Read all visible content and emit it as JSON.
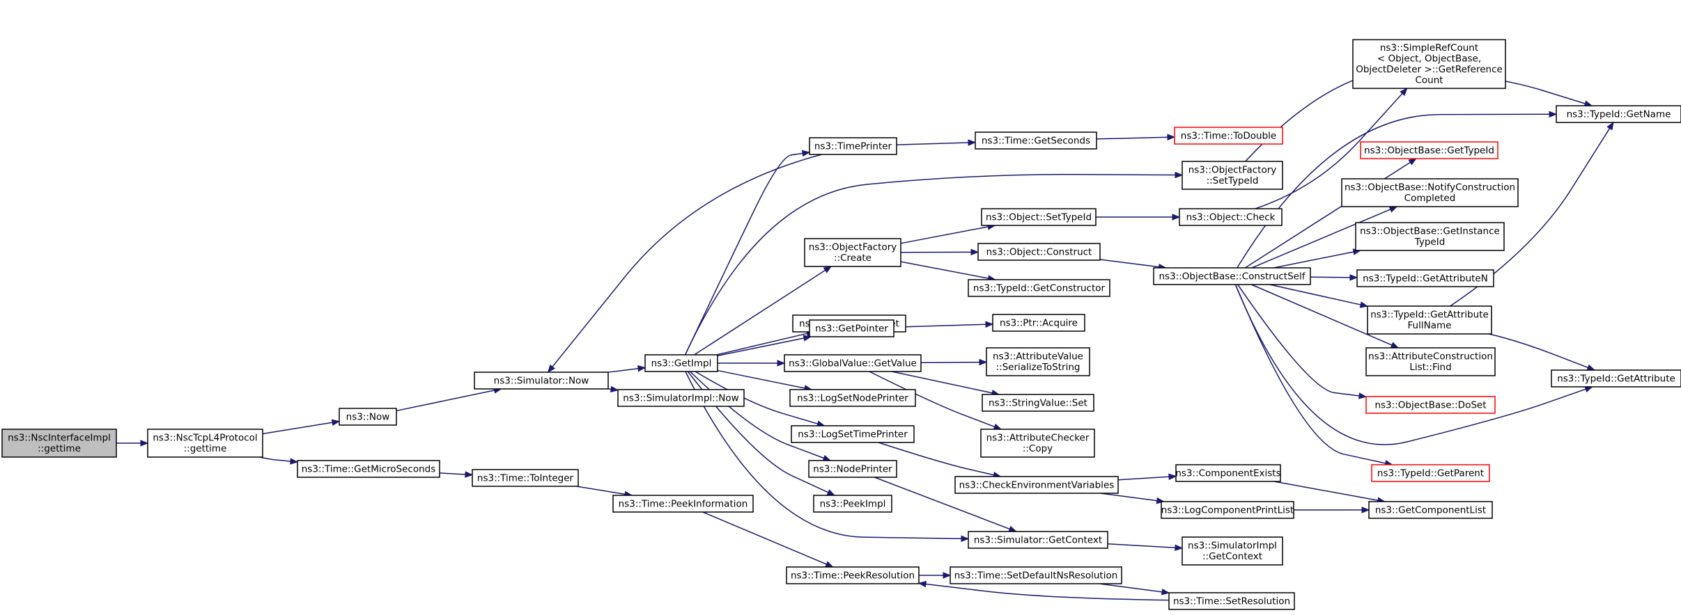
{
  "colors": {
    "edge": "#191970",
    "border_normal": "#000000",
    "border_truncated": "#ff0000",
    "fill_normal": "#ffffff",
    "fill_root": "#bfbfbf"
  },
  "nodes": [
    {
      "id": "root",
      "lines": [
        "ns3::NscInterfaceImpl",
        "::gettime"
      ],
      "style": "root"
    },
    {
      "id": "nsc",
      "lines": [
        "ns3::NscTcpL4Protocol",
        "::gettime"
      ],
      "style": "normal"
    },
    {
      "id": "now",
      "lines": [
        "ns3::Now"
      ],
      "style": "normal"
    },
    {
      "id": "getmicro",
      "lines": [
        "ns3::Time::GetMicroSeconds"
      ],
      "style": "normal"
    },
    {
      "id": "simnow",
      "lines": [
        "ns3::Simulator::Now"
      ],
      "style": "normal"
    },
    {
      "id": "tointeger",
      "lines": [
        "ns3::Time::ToInteger"
      ],
      "style": "normal"
    },
    {
      "id": "getimpl",
      "lines": [
        "ns3::GetImpl"
      ],
      "style": "normal"
    },
    {
      "id": "simimplnow",
      "lines": [
        "ns3::SimulatorImpl::Now"
      ],
      "style": "normal"
    },
    {
      "id": "peekinfo",
      "lines": [
        "ns3::Time::PeekInformation"
      ],
      "style": "normal"
    },
    {
      "id": "timeprinter",
      "lines": [
        "ns3::TimePrinter"
      ],
      "style": "normal"
    },
    {
      "id": "ofcreate",
      "lines": [
        "ns3::ObjectFactory",
        "::Create"
      ],
      "style": "normal"
    },
    {
      "id": "strget",
      "lines": [
        "ns3::StringValue::Get"
      ],
      "style": "normal"
    },
    {
      "id": "getpointer",
      "lines": [
        "ns3::GetPointer"
      ],
      "style": "normal"
    },
    {
      "id": "gvgetvalue",
      "lines": [
        "ns3::GlobalValue::GetValue"
      ],
      "style": "normal"
    },
    {
      "id": "logsetnode",
      "lines": [
        "ns3::LogSetNodePrinter"
      ],
      "style": "normal"
    },
    {
      "id": "logsettime",
      "lines": [
        "ns3::LogSetTimePrinter"
      ],
      "style": "normal"
    },
    {
      "id": "nodeprinter",
      "lines": [
        "ns3::NodePrinter"
      ],
      "style": "normal"
    },
    {
      "id": "peekimpl",
      "lines": [
        "ns3::PeekImpl"
      ],
      "style": "normal"
    },
    {
      "id": "peekres",
      "lines": [
        "ns3::Time::PeekResolution"
      ],
      "style": "normal"
    },
    {
      "id": "getseconds",
      "lines": [
        "ns3::Time::GetSeconds"
      ],
      "style": "normal"
    },
    {
      "id": "objsettypeid",
      "lines": [
        "ns3::Object::SetTypeId"
      ],
      "style": "normal"
    },
    {
      "id": "objconstruct",
      "lines": [
        "ns3::Object::Construct"
      ],
      "style": "normal"
    },
    {
      "id": "getconstructor",
      "lines": [
        "ns3::TypeId::GetConstructor"
      ],
      "style": "normal"
    },
    {
      "id": "ptracquire",
      "lines": [
        "ns3::Ptr::Acquire"
      ],
      "style": "normal"
    },
    {
      "id": "avserialize",
      "lines": [
        "ns3::AttributeValue",
        "::SerializeToString"
      ],
      "style": "normal"
    },
    {
      "id": "strset",
      "lines": [
        "ns3::StringValue::Set"
      ],
      "style": "normal"
    },
    {
      "id": "acopy",
      "lines": [
        "ns3::AttributeChecker",
        "::Copy"
      ],
      "style": "normal"
    },
    {
      "id": "checkenv",
      "lines": [
        "ns3::CheckEnvironmentVariables"
      ],
      "style": "normal"
    },
    {
      "id": "simgetctx",
      "lines": [
        "ns3::Simulator::GetContext"
      ],
      "style": "normal"
    },
    {
      "id": "setdefaultns",
      "lines": [
        "ns3::Time::SetDefaultNsResolution"
      ],
      "style": "normal"
    },
    {
      "id": "todouble",
      "lines": [
        "ns3::Time::ToDouble"
      ],
      "style": "truncated"
    },
    {
      "id": "ofsettypeid",
      "lines": [
        "ns3::ObjectFactory",
        "::SetTypeId"
      ],
      "style": "normal"
    },
    {
      "id": "objcheck",
      "lines": [
        "ns3::Object::Check"
      ],
      "style": "normal"
    },
    {
      "id": "constructself",
      "lines": [
        "ns3::ObjectBase::ConstructSelf"
      ],
      "style": "normal"
    },
    {
      "id": "compexists",
      "lines": [
        "ns3::ComponentExists"
      ],
      "style": "normal"
    },
    {
      "id": "logcomplist",
      "lines": [
        "ns3::LogComponentPrintList"
      ],
      "style": "normal"
    },
    {
      "id": "simimplctx",
      "lines": [
        "ns3::SimulatorImpl",
        "::GetContext"
      ],
      "style": "normal"
    },
    {
      "id": "setres",
      "lines": [
        "ns3::Time::SetResolution"
      ],
      "style": "normal"
    },
    {
      "id": "simplerefcount",
      "lines": [
        "ns3::SimpleRefCount",
        "< Object, ObjectBase,",
        " ObjectDeleter >::GetReference",
        "Count"
      ],
      "style": "normal"
    },
    {
      "id": "obgettypeid",
      "lines": [
        "ns3::ObjectBase::GetTypeId"
      ],
      "style": "truncated"
    },
    {
      "id": "obnotify",
      "lines": [
        "ns3::ObjectBase::NotifyConstruction",
        "Completed"
      ],
      "style": "normal"
    },
    {
      "id": "obgetinst",
      "lines": [
        "ns3::ObjectBase::GetInstance",
        "TypeId"
      ],
      "style": "normal"
    },
    {
      "id": "getattrn",
      "lines": [
        "ns3::TypeId::GetAttributeN"
      ],
      "style": "normal"
    },
    {
      "id": "getattrfull",
      "lines": [
        "ns3::TypeId::GetAttribute",
        "FullName"
      ],
      "style": "normal"
    },
    {
      "id": "attrconstfind",
      "lines": [
        "ns3::AttributeConstruction",
        "List::Find"
      ],
      "style": "normal"
    },
    {
      "id": "obdoset",
      "lines": [
        "ns3::ObjectBase::DoSet"
      ],
      "style": "truncated"
    },
    {
      "id": "getparent",
      "lines": [
        "ns3::TypeId::GetParent"
      ],
      "style": "truncated"
    },
    {
      "id": "getcomplist",
      "lines": [
        "ns3::GetComponentList"
      ],
      "style": "normal"
    },
    {
      "id": "getname",
      "lines": [
        "ns3::TypeId::GetName"
      ],
      "style": "normal"
    },
    {
      "id": "getattribute",
      "lines": [
        "ns3::TypeId::GetAttribute"
      ],
      "style": "normal"
    }
  ],
  "edges": [
    [
      "root",
      "nsc"
    ],
    [
      "nsc",
      "now"
    ],
    [
      "nsc",
      "getmicro"
    ],
    [
      "now",
      "simnow"
    ],
    [
      "getmicro",
      "tointeger"
    ],
    [
      "tointeger",
      "peekinfo"
    ],
    [
      "simnow",
      "getimpl"
    ],
    [
      "simnow",
      "simimplnow"
    ],
    [
      "peekinfo",
      "peekres"
    ],
    [
      "getimpl",
      "timeprinter"
    ],
    [
      "getimpl",
      "ofsettypeid"
    ],
    [
      "getimpl",
      "ofcreate"
    ],
    [
      "getimpl",
      "strget"
    ],
    [
      "getimpl",
      "getpointer"
    ],
    [
      "getimpl",
      "gvgetvalue"
    ],
    [
      "getimpl",
      "logsetnode"
    ],
    [
      "getimpl",
      "logsettime"
    ],
    [
      "getimpl",
      "nodeprinter"
    ],
    [
      "getimpl",
      "peekimpl"
    ],
    [
      "getimpl",
      "simgetctx"
    ],
    [
      "timeprinter",
      "simnow"
    ],
    [
      "timeprinter",
      "getseconds"
    ],
    [
      "getseconds",
      "todouble"
    ],
    [
      "ofcreate",
      "objsettypeid"
    ],
    [
      "ofcreate",
      "objconstruct"
    ],
    [
      "ofcreate",
      "getconstructor"
    ],
    [
      "getpointer",
      "ptracquire"
    ],
    [
      "gvgetvalue",
      "avserialize"
    ],
    [
      "gvgetvalue",
      "strset"
    ],
    [
      "gvgetvalue",
      "acopy"
    ],
    [
      "logsettime",
      "checkenv"
    ],
    [
      "nodeprinter",
      "simgetctx"
    ],
    [
      "peekres",
      "setdefaultns"
    ],
    [
      "objsettypeid",
      "objcheck"
    ],
    [
      "objconstruct",
      "constructself"
    ],
    [
      "checkenv",
      "compexists"
    ],
    [
      "checkenv",
      "logcomplist"
    ],
    [
      "simgetctx",
      "simimplctx"
    ],
    [
      "setdefaultns",
      "setres"
    ],
    [
      "setres",
      "peekres"
    ],
    [
      "ofsettypeid",
      "getname"
    ],
    [
      "objcheck",
      "simplerefcount"
    ],
    [
      "constructself",
      "getname"
    ],
    [
      "constructself",
      "obgettypeid"
    ],
    [
      "constructself",
      "obnotify"
    ],
    [
      "constructself",
      "obgetinst"
    ],
    [
      "constructself",
      "getattrn"
    ],
    [
      "constructself",
      "getattrfull"
    ],
    [
      "constructself",
      "attrconstfind"
    ],
    [
      "constructself",
      "obdoset"
    ],
    [
      "constructself",
      "getparent"
    ],
    [
      "constructself",
      "getattribute"
    ],
    [
      "compexists",
      "getcomplist"
    ],
    [
      "logcomplist",
      "getcomplist"
    ],
    [
      "getattrfull",
      "getname"
    ],
    [
      "getattrfull",
      "getattribute"
    ]
  ]
}
